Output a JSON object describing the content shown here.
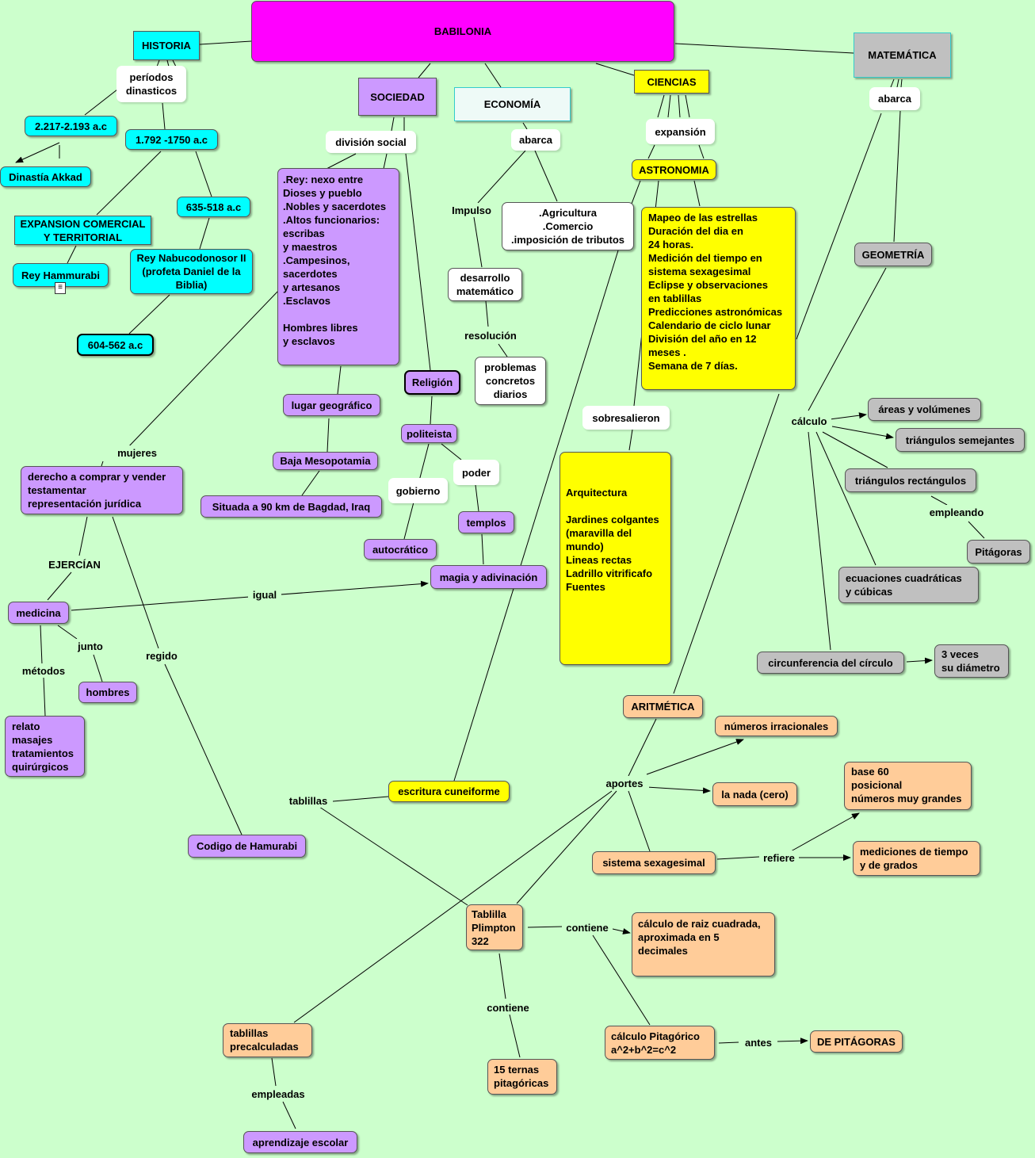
{
  "nodes": {
    "babilonia": "BABILONIA",
    "historia": "HISTORIA",
    "periodos": "períodos\ndinasticos",
    "fecha_2217": "2.217-2.193 a.c",
    "fecha_1792": "1.792 -1750 a.c",
    "dinastia_akkad": "Dinastía Akkad",
    "expansion": "EXPANSION COMERCIAL\nY TERRITORIAL",
    "rey_hammurabi": "Rey Hammurabi",
    "fecha_635": "635-518 a.c",
    "nabucodonosor": "Rey Nabucodonosor II\n(profeta Daniel de la\nBiblia)",
    "fecha_604": "604-562 a.c",
    "sociedad": "SOCIEDAD",
    "division_social": "división social",
    "estratos": ".Rey: nexo entre\n Dioses y pueblo\n.Nobles y sacerdotes\n.Altos funcionarios:\nescribas\n y maestros\n.Campesinos,\nsacerdotes\n y artesanos\n.Esclavos\n\nHombres libres\n y esclavos",
    "lugar_geografico": "lugar geográfico",
    "baja_mesopotamia": "Baja Mesopotamia",
    "situada": "Situada a 90 km de Bagdad, Iraq",
    "religion": "Religión",
    "politeista": "politeista",
    "poder": "poder",
    "templos": "templos",
    "gobierno": "gobierno",
    "autocratico": "autocrático",
    "magia": "magia y adivinación",
    "economia": "ECONOMÍA",
    "abarca_eco": "abarca",
    "impulso": "Impulso",
    "agricultura": ".Agricultura\n.Comercio\n.imposición de tributos",
    "desarrollo_mat": "desarrollo\nmatemático",
    "resolucion": "resolución",
    "problemas": "problemas\nconcretos\ndiarios",
    "ciencias": "CIENCIAS",
    "expansion_lbl": "expansión",
    "astronomia": "ASTRONOMIA",
    "astro_list": "Mapeo de las estrellas\nDuración del dia en\n 24 horas.\nMedición del tiempo en\nsistema sexagesimal\nEclipse y observaciones\nen tablillas\nPredicciones astronómicas\nCalendario de ciclo lunar\nDivisión del año en 12\nmeses .\nSemana de 7 días.",
    "sobresalieron": "sobresalieron",
    "arquitectura": "Arquitectura\n\nJardines colgantes\n(maravilla del\nmundo)\nLineas rectas\nLadrillo vitrificafo\nFuentes",
    "matematica": "MATEMÁTICA",
    "abarca_mat": "abarca",
    "geometria": "GEOMETRÍA",
    "calculo": "cálculo",
    "areas": "áreas  y volúmenes",
    "triangulos_sem": "triángulos semejantes",
    "triangulos_rect": "triángulos rectángulos",
    "empleando": "empleando",
    "pitagoras": "Pitágoras",
    "ecuaciones": "ecuaciones cuadráticas\ny cúbicas",
    "circunferencia": "circunferencia del círculo",
    "tres_veces": "3 veces\nsu diámetro",
    "mujeres": "mujeres",
    "derecho": " derecho a comprar y vender\ntestamentar\nrepresentación jurídica",
    "ejercian": "EJERCÍAN",
    "medicina": "medicina",
    "igual": "igual",
    "junto": "junto",
    "hombres": "hombres",
    "metodos": "métodos",
    "relato": "relato\nmasajes\ntratamientos\nquirúrgicos",
    "regido": "regido",
    "codigo": "Codigo de Hamurabi",
    "tablillas_lbl": "tablillas",
    "escritura": "escritura cuneiforme",
    "aritmetica": "ARITMÉTICA",
    "aportes": "aportes",
    "irracionales": "números irracionales",
    "la_nada": "la nada (cero)",
    "base60": "base 60\nposicional\nnúmeros muy grandes",
    "sexagesimal": "sistema sexagesimal",
    "refiere": "refiere",
    "mediciones": "mediciones de tiempo\n y de grados",
    "plimpton": "Tablilla\nPlimpton\n322",
    "contiene1": "contiene",
    "raiz": "cálculo de raiz cuadrada,\naproximada en 5\ndecimales",
    "contiene2": "contiene",
    "ternas": "15 ternas\npitagóricas",
    "tablillas_prec": "tablillas\n precalculadas",
    "empleadas": "empleadas",
    "aprendizaje": "aprendizaje escolar",
    "calculo_pit": "cálculo Pitagórico\na^2+b^2=c^2",
    "antes": "antes",
    "de_pitagoras": "DE PITÁGORAS"
  },
  "colors": {
    "background": "#ccffcc",
    "historia": "#00ffff",
    "title": "#ff00ff",
    "sociedad": "#cc99ff",
    "matematica": "#c0c0c0",
    "ciencias": "#ffff00",
    "aritmetica": "#ffcc99"
  }
}
